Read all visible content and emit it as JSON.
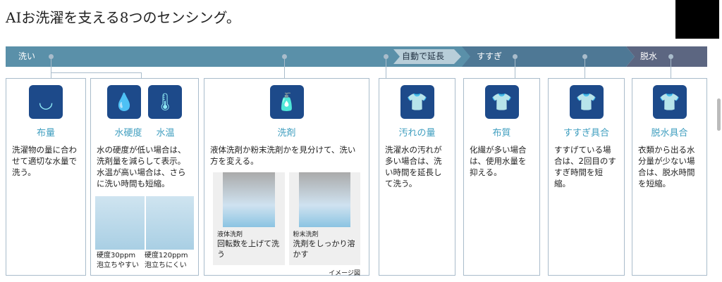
{
  "title": "AIお洗濯を支える8つのセンシング。",
  "stages": {
    "wash": "洗い",
    "extend": "自動で延長",
    "rinse": "すすぎ",
    "spin": "脱水"
  },
  "cards": [
    {
      "names": [
        "布量"
      ],
      "desc": "洗濯物の量に合わせて適切な水量で洗う。",
      "icons": [
        "laundry-basket"
      ]
    },
    {
      "names": [
        "水硬度",
        "水温"
      ],
      "desc": "水の硬度が低い場合は、洗剤量を減らして表示。水温が高い場合は、さらに洗い時間も短縮。",
      "icons": [
        "water-drop",
        "thermometer"
      ],
      "captions": [
        {
          "ppm": "硬度30ppm",
          "note": "泡立ちやすい"
        },
        {
          "ppm": "硬度120ppm",
          "note": "泡立ちにくい"
        }
      ]
    },
    {
      "names": [
        "洗剤"
      ],
      "desc": "液体洗剤か粉末洗剤かを見分けて、洗い方を変える。",
      "icons": [
        "detergent"
      ],
      "panels": [
        {
          "type": "液体洗剤",
          "text": "回転数を上げて洗う"
        },
        {
          "type": "粉末洗剤",
          "text": "洗剤をしっかり溶かす"
        }
      ],
      "note": "イメージ図"
    },
    {
      "names": [
        "汚れの量"
      ],
      "desc": "洗濯水の汚れが多い場合は、洗い時間を延長して洗う。",
      "icons": [
        "dirty-shirt"
      ]
    },
    {
      "names": [
        "布質"
      ],
      "desc": "化繊が多い場合は、使用水量を抑える。",
      "icons": [
        "shirt"
      ]
    },
    {
      "names": [
        "すすぎ具合"
      ],
      "desc": "すすげている場合は、2回目のすすぎ時間を短縮。",
      "icons": [
        "rinse-shirt"
      ]
    },
    {
      "names": [
        "脱水具合"
      ],
      "desc": "衣類から出る水分量が少ない場合は、脱水時間を短縮。",
      "icons": [
        "spin-shirt"
      ]
    }
  ]
}
